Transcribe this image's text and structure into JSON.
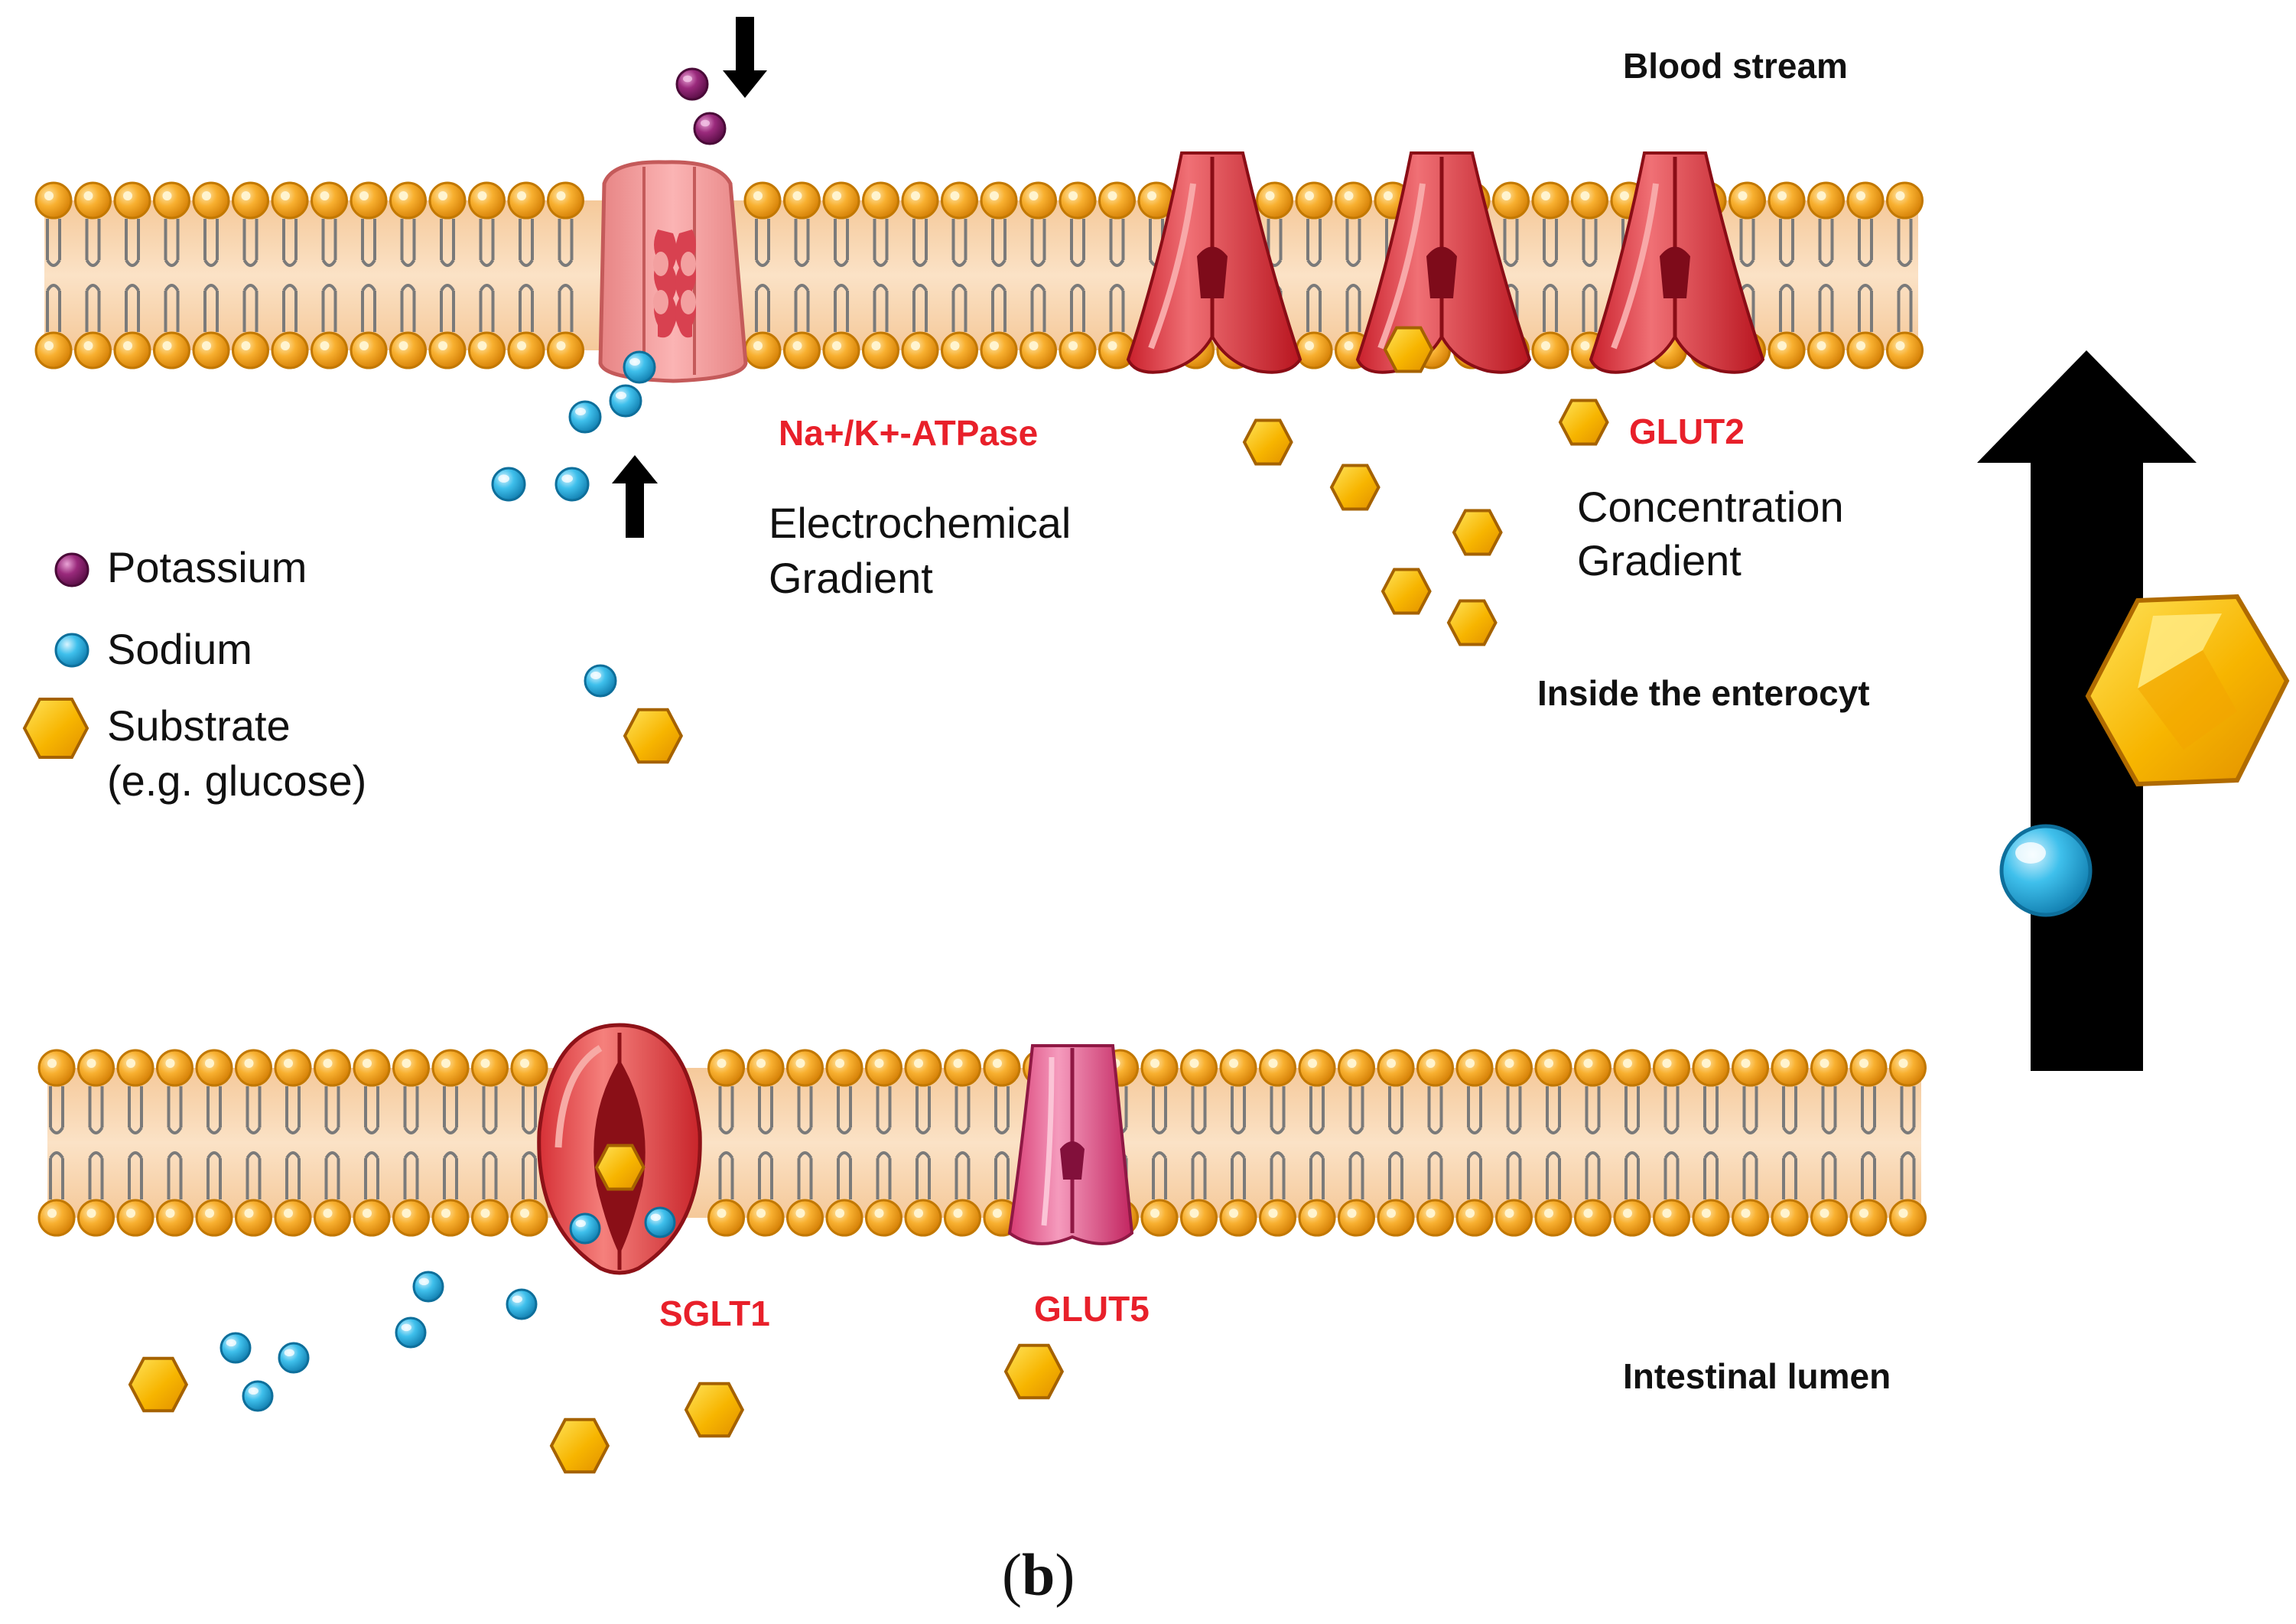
{
  "labels": {
    "blood_stream": "Blood stream",
    "inside_enterocyte": "Inside the enterocyt",
    "intestinal_lumen": "Intestinal lumen",
    "na_k_atpase": "Na+/K+-ATPase",
    "glut2": "GLUT2",
    "sglt1": "SGLT1",
    "glut5": "GLUT5",
    "electrochemical_line1": "Electrochemical",
    "electrochemical_line2": "Gradient",
    "concentration_line1": "Concentration",
    "concentration_line2": "Gradient"
  },
  "legend": {
    "potassium": "Potassium",
    "sodium": "Sodium",
    "substrate_line1": "Substrate",
    "substrate_line2": "(e.g. glucose)"
  },
  "caption": {
    "open": "(",
    "letter": "b",
    "close": ")"
  },
  "colors": {
    "lipid_head": "#f6a623",
    "lipid_head_dark": "#d4850c",
    "membrane_core": "#f8d2a8",
    "sodium": "#34b5e0",
    "potassium": "#8b1f6e",
    "glucose": "#f5b800",
    "label_red": "#e8202a",
    "arrow": "#000000",
    "atpase": "#f29a9a",
    "glut": "#e2404a",
    "glut5": "#e85a8c"
  }
}
